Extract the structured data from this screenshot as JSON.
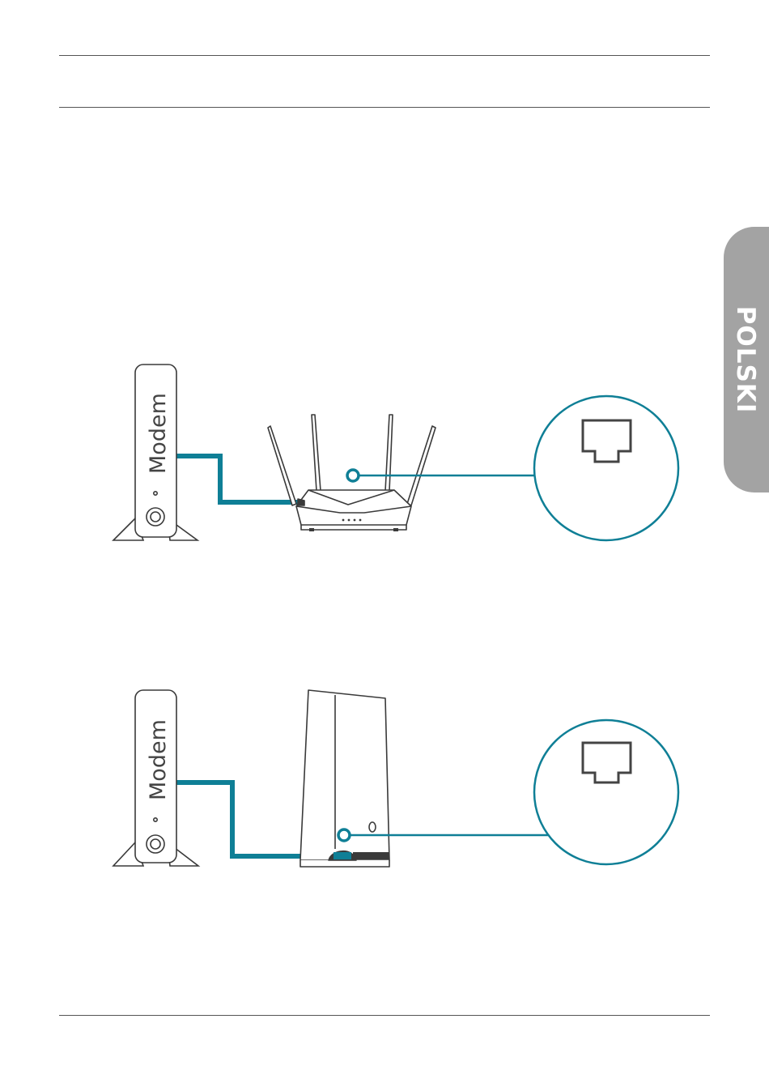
{
  "language_tab": {
    "label": "POLSKI",
    "color": "#a3a3a3"
  },
  "colors": {
    "cable": "#0f7f96",
    "outline": "#3a3a3a",
    "port": "#444444"
  },
  "diagram_router": {
    "modem_label": "Modem",
    "device": "router-with-four-antennas",
    "zoom_icon": "ethernet-port-icon"
  },
  "diagram_tower": {
    "modem_label": "Modem",
    "device": "tower-mesh-unit",
    "zoom_icon": "ethernet-port-icon"
  }
}
